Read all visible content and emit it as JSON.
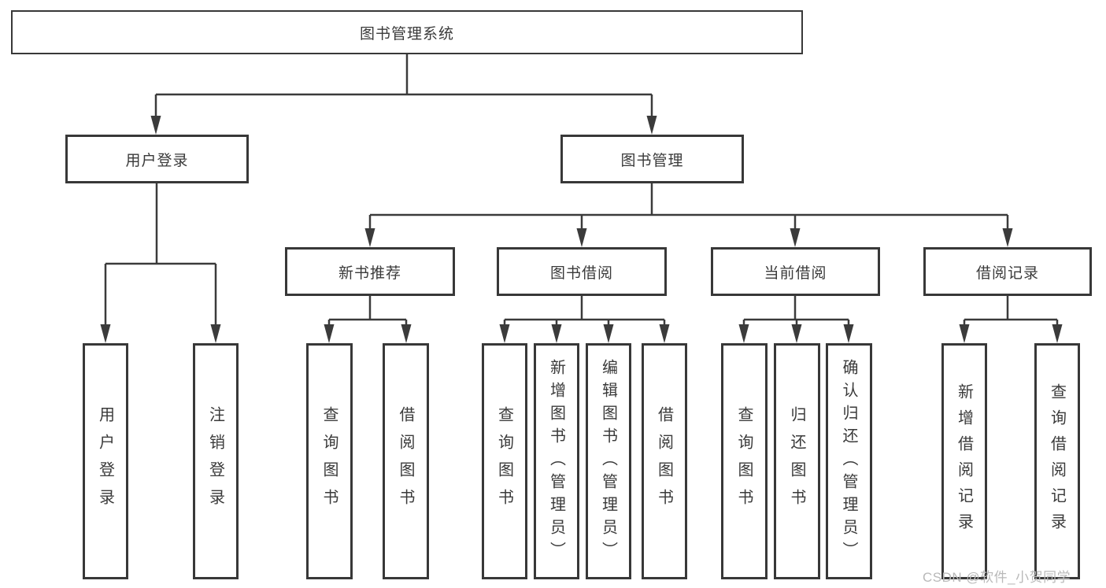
{
  "tree": {
    "label": "图书管理系统",
    "children": [
      {
        "label": "用户登录",
        "children": [
          {
            "label": "用户登录"
          },
          {
            "label": "注销登录"
          }
        ]
      },
      {
        "label": "图书管理",
        "children": [
          {
            "label": "新书推荐",
            "children": [
              {
                "label": "查询图书"
              },
              {
                "label": "借阅图书"
              }
            ]
          },
          {
            "label": "图书借阅",
            "children": [
              {
                "label": "查询图书"
              },
              {
                "label": "新增图书（管理员）"
              },
              {
                "label": "编辑图书（管理员）"
              },
              {
                "label": "借阅图书"
              }
            ]
          },
          {
            "label": "当前借阅",
            "children": [
              {
                "label": "查询图书"
              },
              {
                "label": "归还图书"
              },
              {
                "label": "确认归还（管理员）"
              }
            ]
          },
          {
            "label": "借阅记录",
            "children": [
              {
                "label": "新增借阅记录"
              },
              {
                "label": "查询借阅记录"
              }
            ]
          }
        ]
      }
    ]
  },
  "watermark": {
    "text": "CSDN @软件_小贺同学"
  },
  "colors": {
    "line": "#3b3b3b",
    "box_border": "#383838",
    "text": "#3a3a3a",
    "watermark": "#b9b9b9",
    "background": "#ffffff"
  }
}
